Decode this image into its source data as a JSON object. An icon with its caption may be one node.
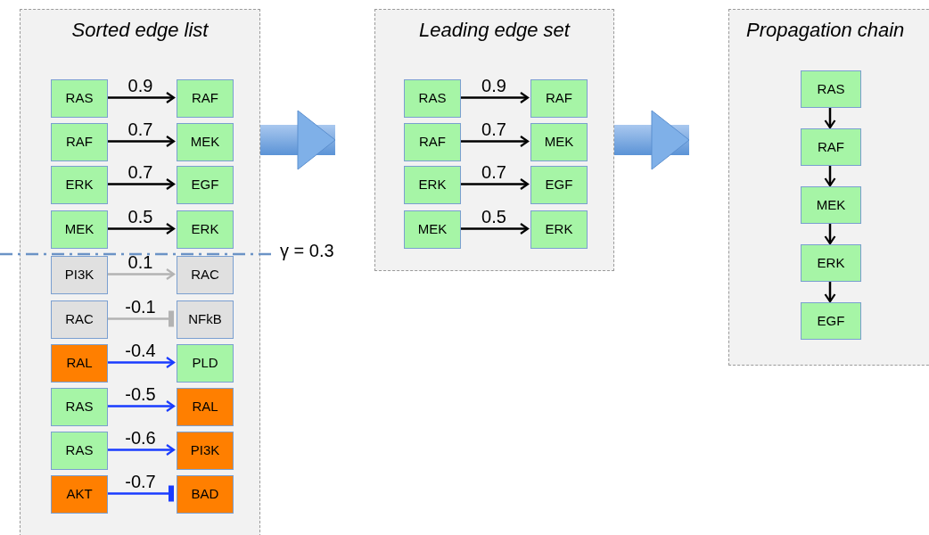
{
  "diagram": {
    "nodes": [
      {
        "text": [
          "Sorted edge list"
        ]
      },
      {
        "text": [
          "RAS"
        ],
        "in": 0
      },
      {
        "text": [
          "RAF"
        ],
        "in": 0
      },
      {
        "text": [
          "RAF"
        ],
        "in": 0
      },
      {
        "text": [
          "MEK"
        ],
        "in": 0
      },
      {
        "text": [
          "ERK"
        ],
        "in": 0
      },
      {
        "text": [
          "EGF"
        ],
        "in": 0
      },
      {
        "text": [
          "MEK"
        ],
        "in": 0
      },
      {
        "text": [
          "ERK"
        ],
        "in": 0
      },
      {
        "text": [
          "PI3K"
        ],
        "in": 0
      },
      {
        "text": [
          "RAC"
        ],
        "in": 0
      },
      {
        "text": [
          "RAC"
        ],
        "in": 0
      },
      {
        "text": [
          "NFkB"
        ],
        "in": 0
      },
      {
        "text": [
          "RAL"
        ],
        "in": 0
      },
      {
        "text": [
          "PLD"
        ],
        "in": 0
      },
      {
        "text": [
          "RAS"
        ],
        "in": 0
      },
      {
        "text": [
          "RAL"
        ],
        "in": 0
      },
      {
        "text": [
          "RAS"
        ],
        "in": 0
      },
      {
        "text": [
          "PI3K"
        ],
        "in": 0
      },
      {
        "text": [
          "AKT"
        ],
        "in": 0
      },
      {
        "text": [
          "BAD"
        ],
        "in": 0
      },
      {
        "text": [
          "Leading edge set"
        ]
      },
      {
        "text": [
          "RAS"
        ],
        "in": 21
      },
      {
        "text": [
          "RAF"
        ],
        "in": 21
      },
      {
        "text": [
          "RAF"
        ],
        "in": 21
      },
      {
        "text": [
          "MEK"
        ],
        "in": 21
      },
      {
        "text": [
          "ERK"
        ],
        "in": 21
      },
      {
        "text": [
          "EGF"
        ],
        "in": 21
      },
      {
        "text": [
          "MEK"
        ],
        "in": 21
      },
      {
        "text": [
          "ERK"
        ],
        "in": 21
      },
      {
        "text": [
          "Propagation chain"
        ]
      },
      {
        "text": [
          "RAS"
        ],
        "in": 30
      },
      {
        "text": [
          "RAF"
        ],
        "in": 30
      },
      {
        "text": [
          "MEK"
        ],
        "in": 30
      },
      {
        "text": [
          "ERK"
        ],
        "in": 30
      },
      {
        "text": [
          "EGF"
        ],
        "in": 30
      }
    ],
    "edges": [
      {
        "from": 1,
        "to": 2,
        "arrow": "to",
        "label": "0.9"
      },
      {
        "from": 3,
        "to": 4,
        "arrow": "to",
        "label": "0.7"
      },
      {
        "from": 5,
        "to": 6,
        "arrow": "to",
        "label": "0.7"
      },
      {
        "from": 7,
        "to": 8,
        "arrow": "to",
        "label": "0.5"
      },
      {
        "from": 9,
        "to": 10,
        "arrow": "to",
        "label": "0.1",
        "color": "#b3b3b3"
      },
      {
        "from": 11,
        "to": 12,
        "arrow": "other",
        "label": "-0.1",
        "color": "#b3b3b3"
      },
      {
        "from": 13,
        "to": 14,
        "arrow": "to",
        "label": "-0.4",
        "color": "#1a3cff"
      },
      {
        "from": 15,
        "to": 16,
        "arrow": "to",
        "label": "-0.5",
        "color": "#1a3cff"
      },
      {
        "from": 17,
        "to": 18,
        "arrow": "to",
        "label": "-0.6",
        "color": "#1a3cff"
      },
      {
        "from": 19,
        "to": 20,
        "arrow": "other",
        "label": "-0.7",
        "color": "#1a3cff"
      },
      {
        "from": 22,
        "to": 23,
        "arrow": "to",
        "label": "0.9"
      },
      {
        "from": 24,
        "to": 25,
        "arrow": "to",
        "label": "0.7"
      },
      {
        "from": 26,
        "to": 27,
        "arrow": "to",
        "label": "0.7"
      },
      {
        "from": 28,
        "to": 29,
        "arrow": "to",
        "label": "0.5"
      },
      {
        "from": 31,
        "to": 32,
        "arrow": "to"
      },
      {
        "from": 32,
        "to": 33,
        "arrow": "to"
      },
      {
        "from": 33,
        "to": 34,
        "arrow": "to"
      },
      {
        "from": 34,
        "to": 35,
        "arrow": "to"
      },
      {
        "from": 0,
        "to": 21,
        "arrow": "to",
        "style": "thick",
        "color": "#6fa3e0"
      },
      {
        "from": 21,
        "to": 30,
        "arrow": "to",
        "style": "thick",
        "color": "#6fa3e0"
      }
    ],
    "labels": [
      "γ = 0.3"
    ]
  }
}
